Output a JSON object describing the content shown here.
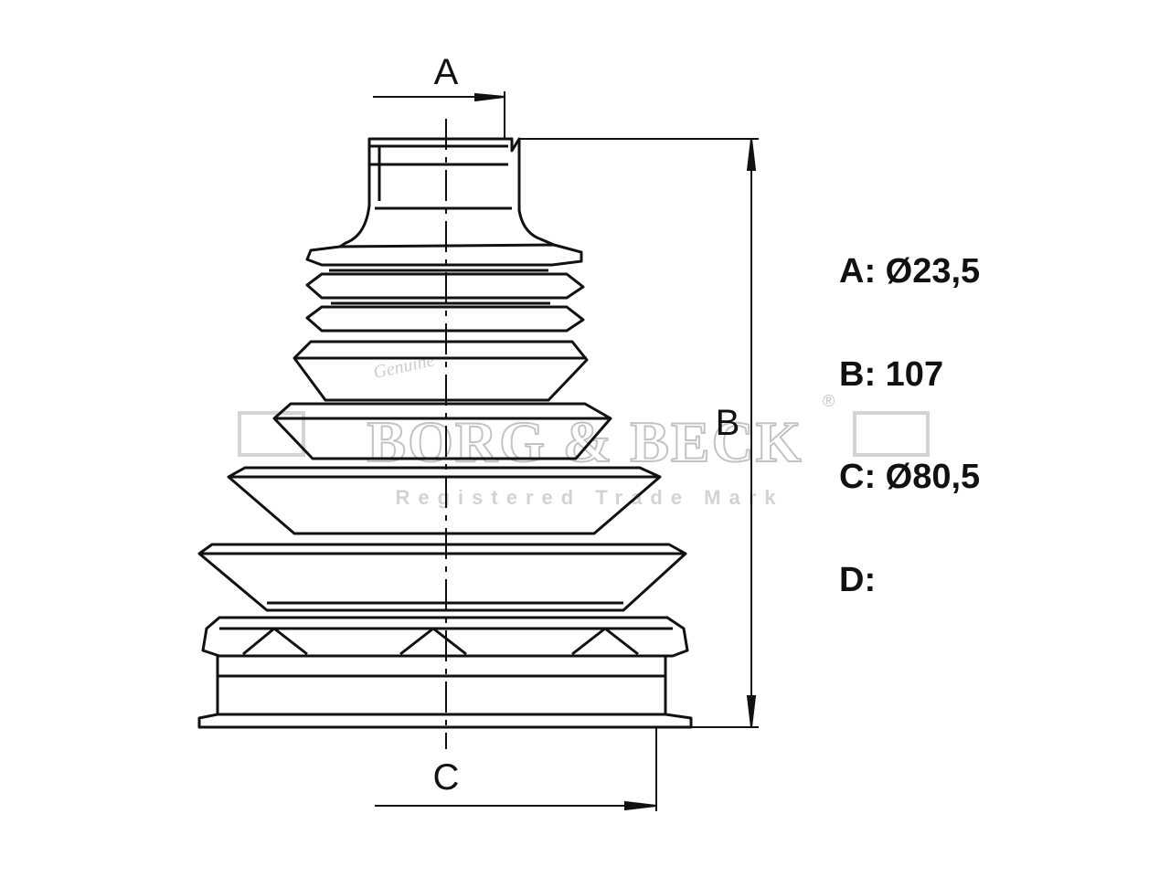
{
  "drawing": {
    "dimension_letters": {
      "a": "A",
      "b": "B",
      "c": "C"
    }
  },
  "specs": [
    {
      "key": "A:",
      "value": "Ø23,5"
    },
    {
      "key": "B:",
      "value": "107"
    },
    {
      "key": "C:",
      "value": "Ø80,5"
    },
    {
      "key": "D:",
      "value": ""
    }
  ],
  "watermark": {
    "brand": "BORG & BECK",
    "registered_mark": "®",
    "tagline": "Registered Trade Mark",
    "script_word": "Genuine"
  },
  "colors": {
    "line": "#111111",
    "watermark": "#c8c8c8",
    "background": "#ffffff"
  }
}
